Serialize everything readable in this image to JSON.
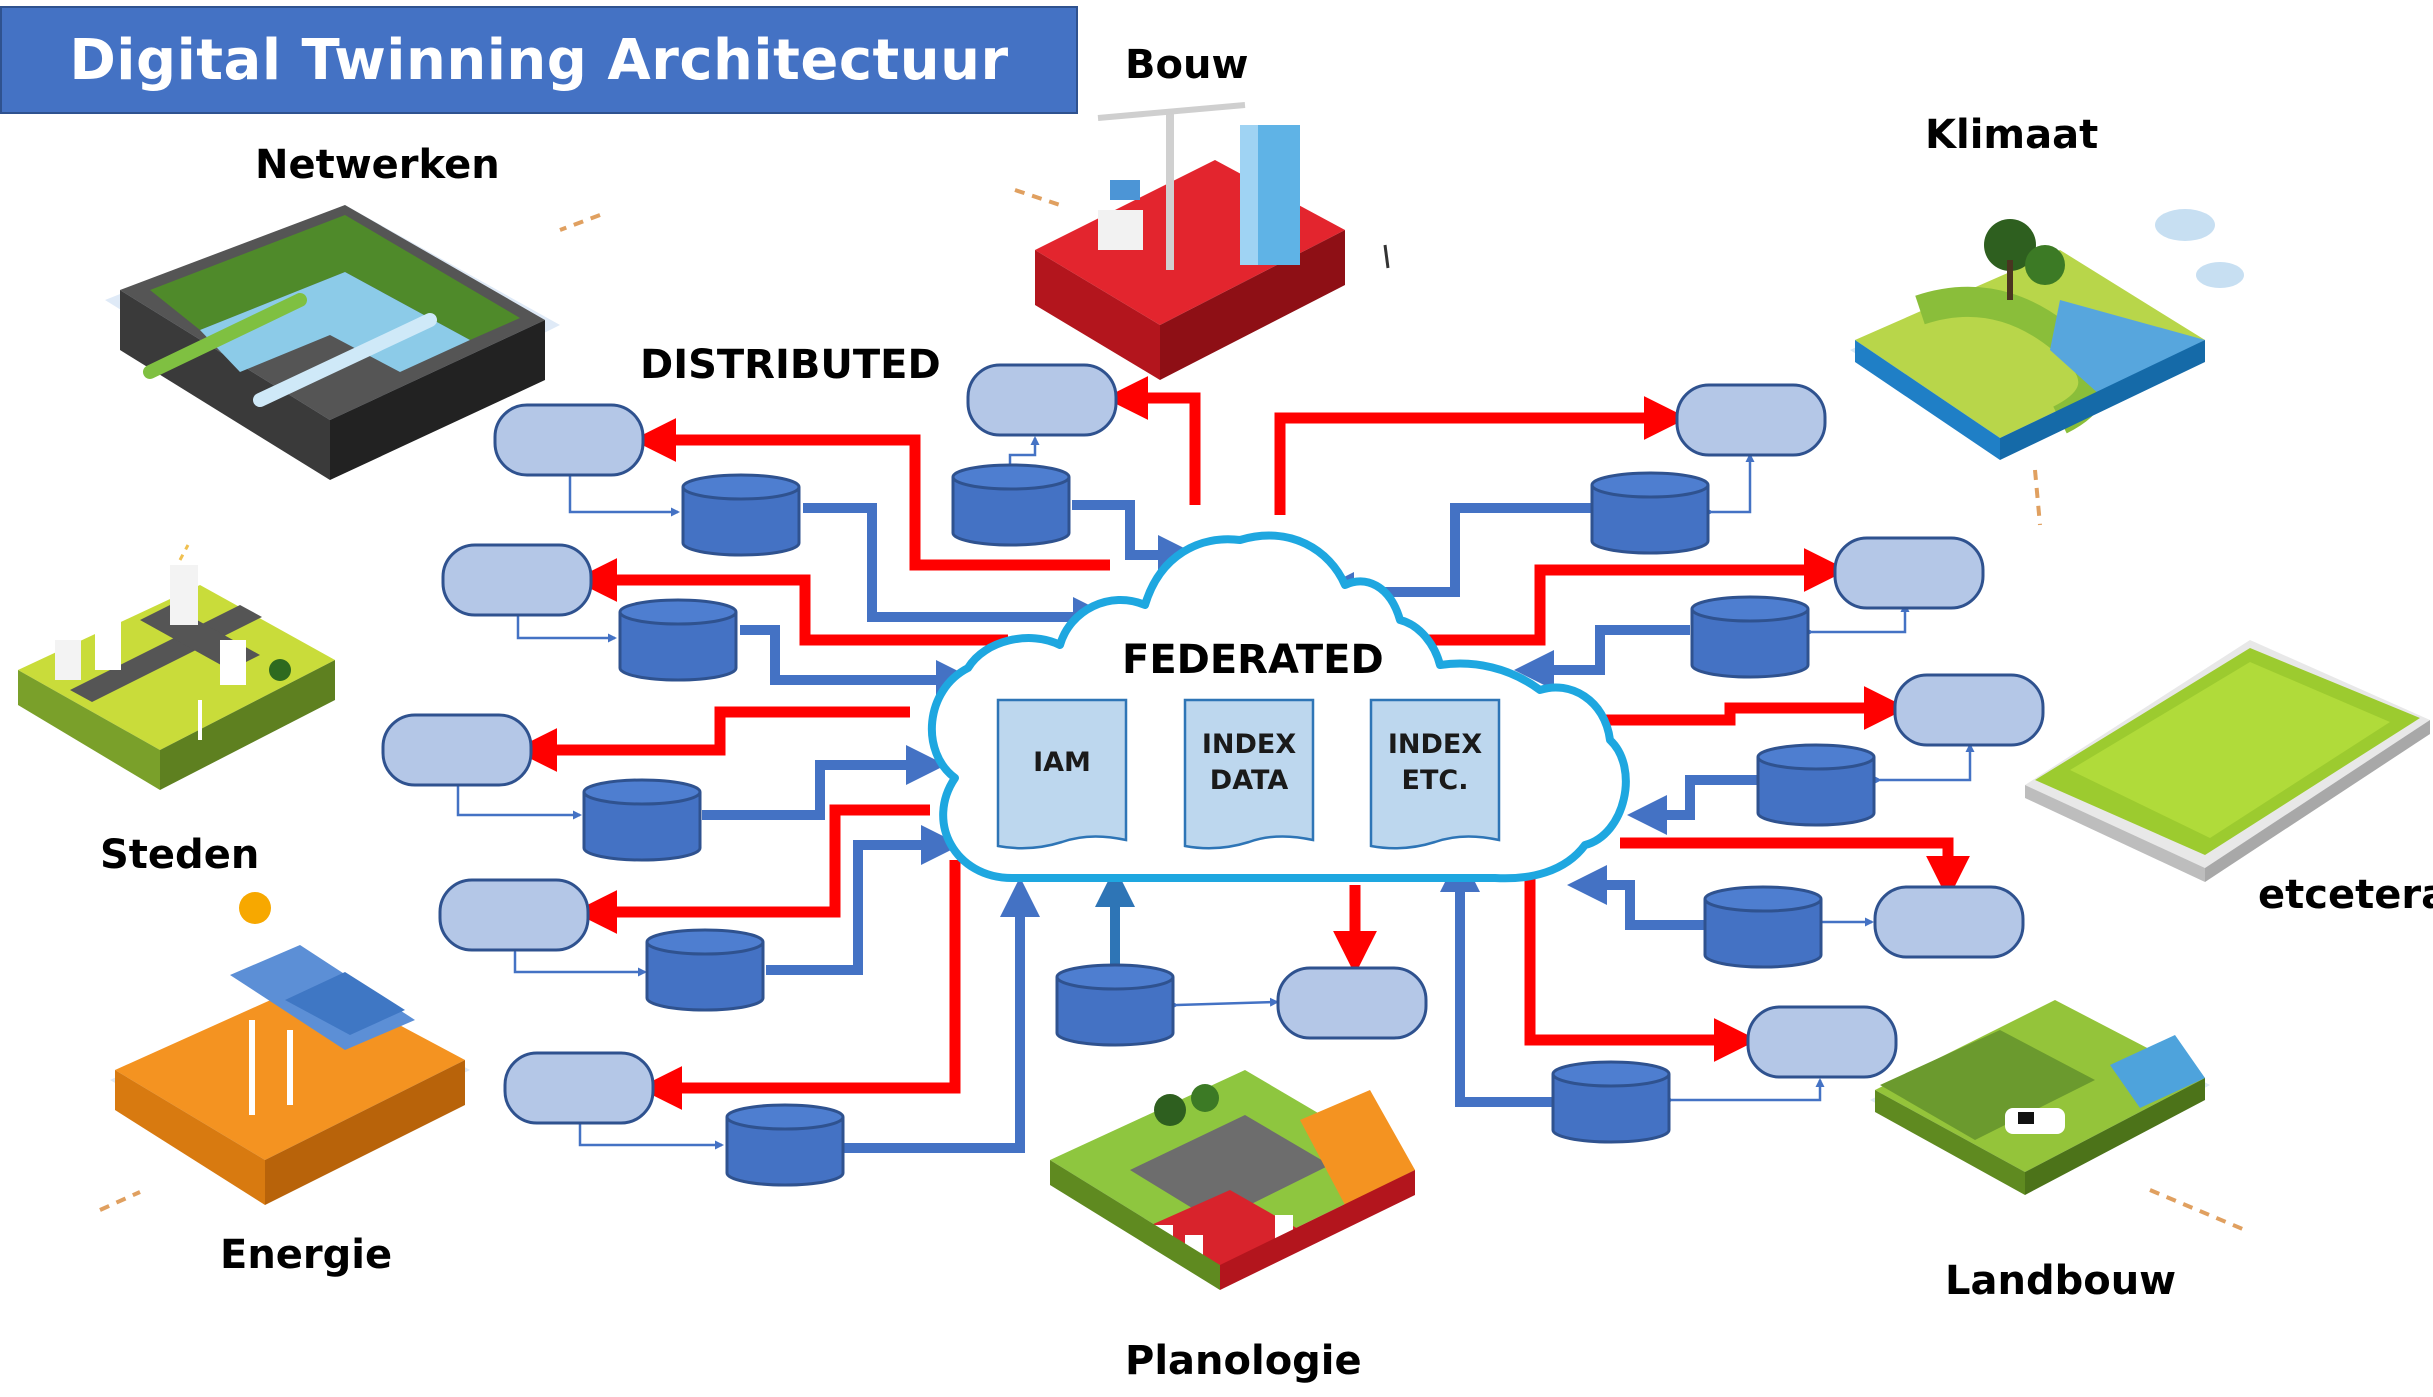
{
  "title": "Digital Twinning Architectuur",
  "labels": {
    "bouw": "Bouw",
    "netwerken": "Netwerken",
    "klimaat": "Klimaat",
    "steden": "Steden",
    "energie": "Energie",
    "etcetera": "etcetera",
    "landbouw": "Landbouw",
    "planologie": "Planologie",
    "distributed": "DISTRIBUTED",
    "federated": "FEDERATED"
  },
  "cloud_documents": [
    "IAM",
    "INDEX\nDATA",
    "INDEX\nETC."
  ],
  "colors": {
    "banner": "#4472c4",
    "cloud_outline": "#1ea7e0",
    "document_fill": "#bdd7ee",
    "app_node_fill": "#b4c7e7",
    "database_fill": "#4472c4",
    "outgoing_arrow": "#ff0000",
    "incoming_arrow": "#4472c4"
  }
}
